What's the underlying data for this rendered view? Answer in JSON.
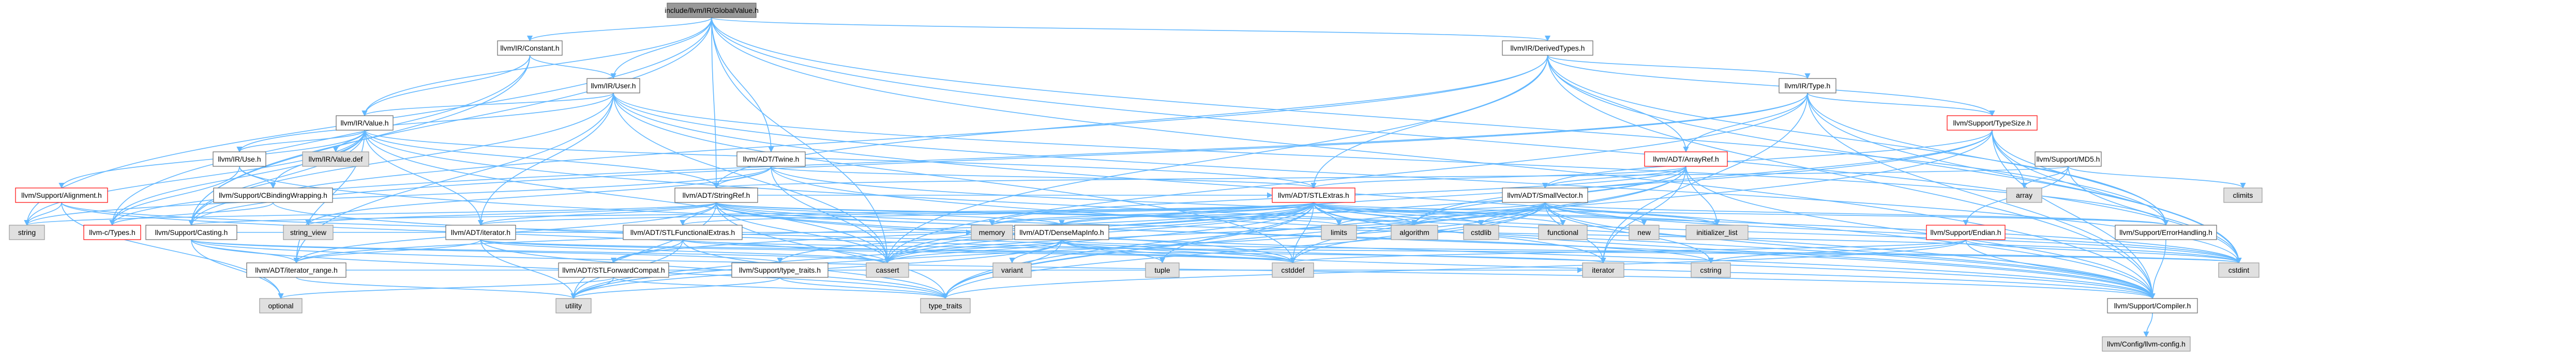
{
  "colors": {
    "focus_fill": "#999999",
    "focus_border": "#666666",
    "file_fill": "#ffffff",
    "file_border": "#666666",
    "partial_border": "#ff0000",
    "system_fill": "#e0e0e0",
    "system_border": "#999999",
    "edge": "#63b8ff"
  },
  "nodes": [
    {
      "id": "n1",
      "label": "include/llvm/IR/GlobalValue.h",
      "kind": "focus"
    },
    {
      "id": "n2",
      "label": "llvm/IR/Constant.h",
      "kind": "file"
    },
    {
      "id": "n3",
      "label": "llvm/IR/User.h",
      "kind": "file"
    },
    {
      "id": "n4",
      "label": "llvm/IR/Value.h",
      "kind": "file"
    },
    {
      "id": "n5",
      "label": "llvm-c/Types.h",
      "kind": "partial"
    },
    {
      "id": "n6",
      "label": "llvm/ADT/STLExtras.h",
      "kind": "partial"
    },
    {
      "id": "n7",
      "label": "llvm/ADT/StringRef.h",
      "kind": "file"
    },
    {
      "id": "n8",
      "label": "llvm/IR/Use.h",
      "kind": "file"
    },
    {
      "id": "n9",
      "label": "llvm/Support/CBindingWrapping.h",
      "kind": "file"
    },
    {
      "id": "n10",
      "label": "llvm/Support/Alignment.h",
      "kind": "partial"
    },
    {
      "id": "n11",
      "label": "llvm/IR/Value.def",
      "kind": "system"
    },
    {
      "id": "n12",
      "label": "llvm/ADT/Twine.h",
      "kind": "file"
    },
    {
      "id": "n13",
      "label": "llvm/ADT/iterator.h",
      "kind": "file"
    },
    {
      "id": "n14",
      "label": "llvm/ADT/iterator_range.h",
      "kind": "file"
    },
    {
      "id": "n15",
      "label": "llvm/IR/DerivedTypes.h",
      "kind": "file"
    },
    {
      "id": "n16",
      "label": "llvm/IR/Type.h",
      "kind": "file"
    },
    {
      "id": "n17",
      "label": "llvm/Support/TypeSize.h",
      "kind": "partial"
    },
    {
      "id": "n18",
      "label": "llvm/ADT/ArrayRef.h",
      "kind": "partial"
    },
    {
      "id": "n19",
      "label": "llvm/Support/MD5.h",
      "kind": "file"
    },
    {
      "id": "n20",
      "label": "llvm/ADT/SmallVector.h",
      "kind": "file"
    },
    {
      "id": "n21",
      "label": "llvm/ADT/STLFunctionalExtras.h",
      "kind": "file"
    },
    {
      "id": "n22",
      "label": "llvm/ADT/DenseMapInfo.h",
      "kind": "file"
    },
    {
      "id": "n23",
      "label": "llvm/ADT/STLForwardCompat.h",
      "kind": "file"
    },
    {
      "id": "n24",
      "label": "llvm/Support/type_traits.h",
      "kind": "file"
    },
    {
      "id": "n25",
      "label": "llvm/Support/Casting.h",
      "kind": "file"
    },
    {
      "id": "n26",
      "label": "llvm/Support/Endian.h",
      "kind": "partial"
    },
    {
      "id": "n27",
      "label": "llvm/Support/ErrorHandling.h",
      "kind": "file"
    },
    {
      "id": "n28",
      "label": "llvm/Support/Compiler.h",
      "kind": "file"
    },
    {
      "id": "n29",
      "label": "llvm/Config/llvm-config.h",
      "kind": "system"
    },
    {
      "id": "n30",
      "label": "string",
      "kind": "system"
    },
    {
      "id": "n31",
      "label": "string_view",
      "kind": "system"
    },
    {
      "id": "n32",
      "label": "optional",
      "kind": "system"
    },
    {
      "id": "n33",
      "label": "utility",
      "kind": "system"
    },
    {
      "id": "n34",
      "label": "type_traits",
      "kind": "system"
    },
    {
      "id": "n35",
      "label": "memory",
      "kind": "system"
    },
    {
      "id": "n36",
      "label": "cassert",
      "kind": "system"
    },
    {
      "id": "n37",
      "label": "cstddef",
      "kind": "system"
    },
    {
      "id": "n38",
      "label": "cstdint",
      "kind": "system"
    },
    {
      "id": "n39",
      "label": "iterator",
      "kind": "system"
    },
    {
      "id": "n40",
      "label": "tuple",
      "kind": "system"
    },
    {
      "id": "n41",
      "label": "variant",
      "kind": "system"
    },
    {
      "id": "n42",
      "label": "limits",
      "kind": "system"
    },
    {
      "id": "n43",
      "label": "algorithm",
      "kind": "system"
    },
    {
      "id": "n44",
      "label": "cstdlib",
      "kind": "system"
    },
    {
      "id": "n45",
      "label": "functional",
      "kind": "system"
    },
    {
      "id": "n46",
      "label": "new",
      "kind": "system"
    },
    {
      "id": "n47",
      "label": "initializer_list",
      "kind": "system"
    },
    {
      "id": "n48",
      "label": "cstring",
      "kind": "system"
    },
    {
      "id": "n49",
      "label": "array",
      "kind": "system"
    },
    {
      "id": "n50",
      "label": "climits",
      "kind": "system"
    }
  ]
}
